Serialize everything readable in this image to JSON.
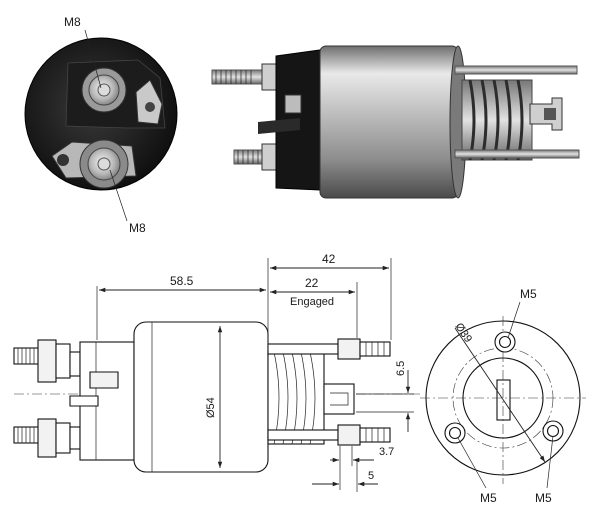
{
  "photo_labels": {
    "top_stud": "M8",
    "bottom_stud": "M8"
  },
  "dimensions": {
    "overall_from_flange": "42",
    "body_to_flange": "58.5",
    "stroke_value": "22",
    "stroke_caption": "Engaged",
    "body_diameter": "Ø54",
    "mount_offset": "6.5",
    "plunger_gap": "3.7",
    "plunger_width": "5"
  },
  "end_view": {
    "bolt_circle": "Ø39",
    "thread_top": "M5",
    "thread_left": "M5",
    "thread_right": "M5"
  }
}
